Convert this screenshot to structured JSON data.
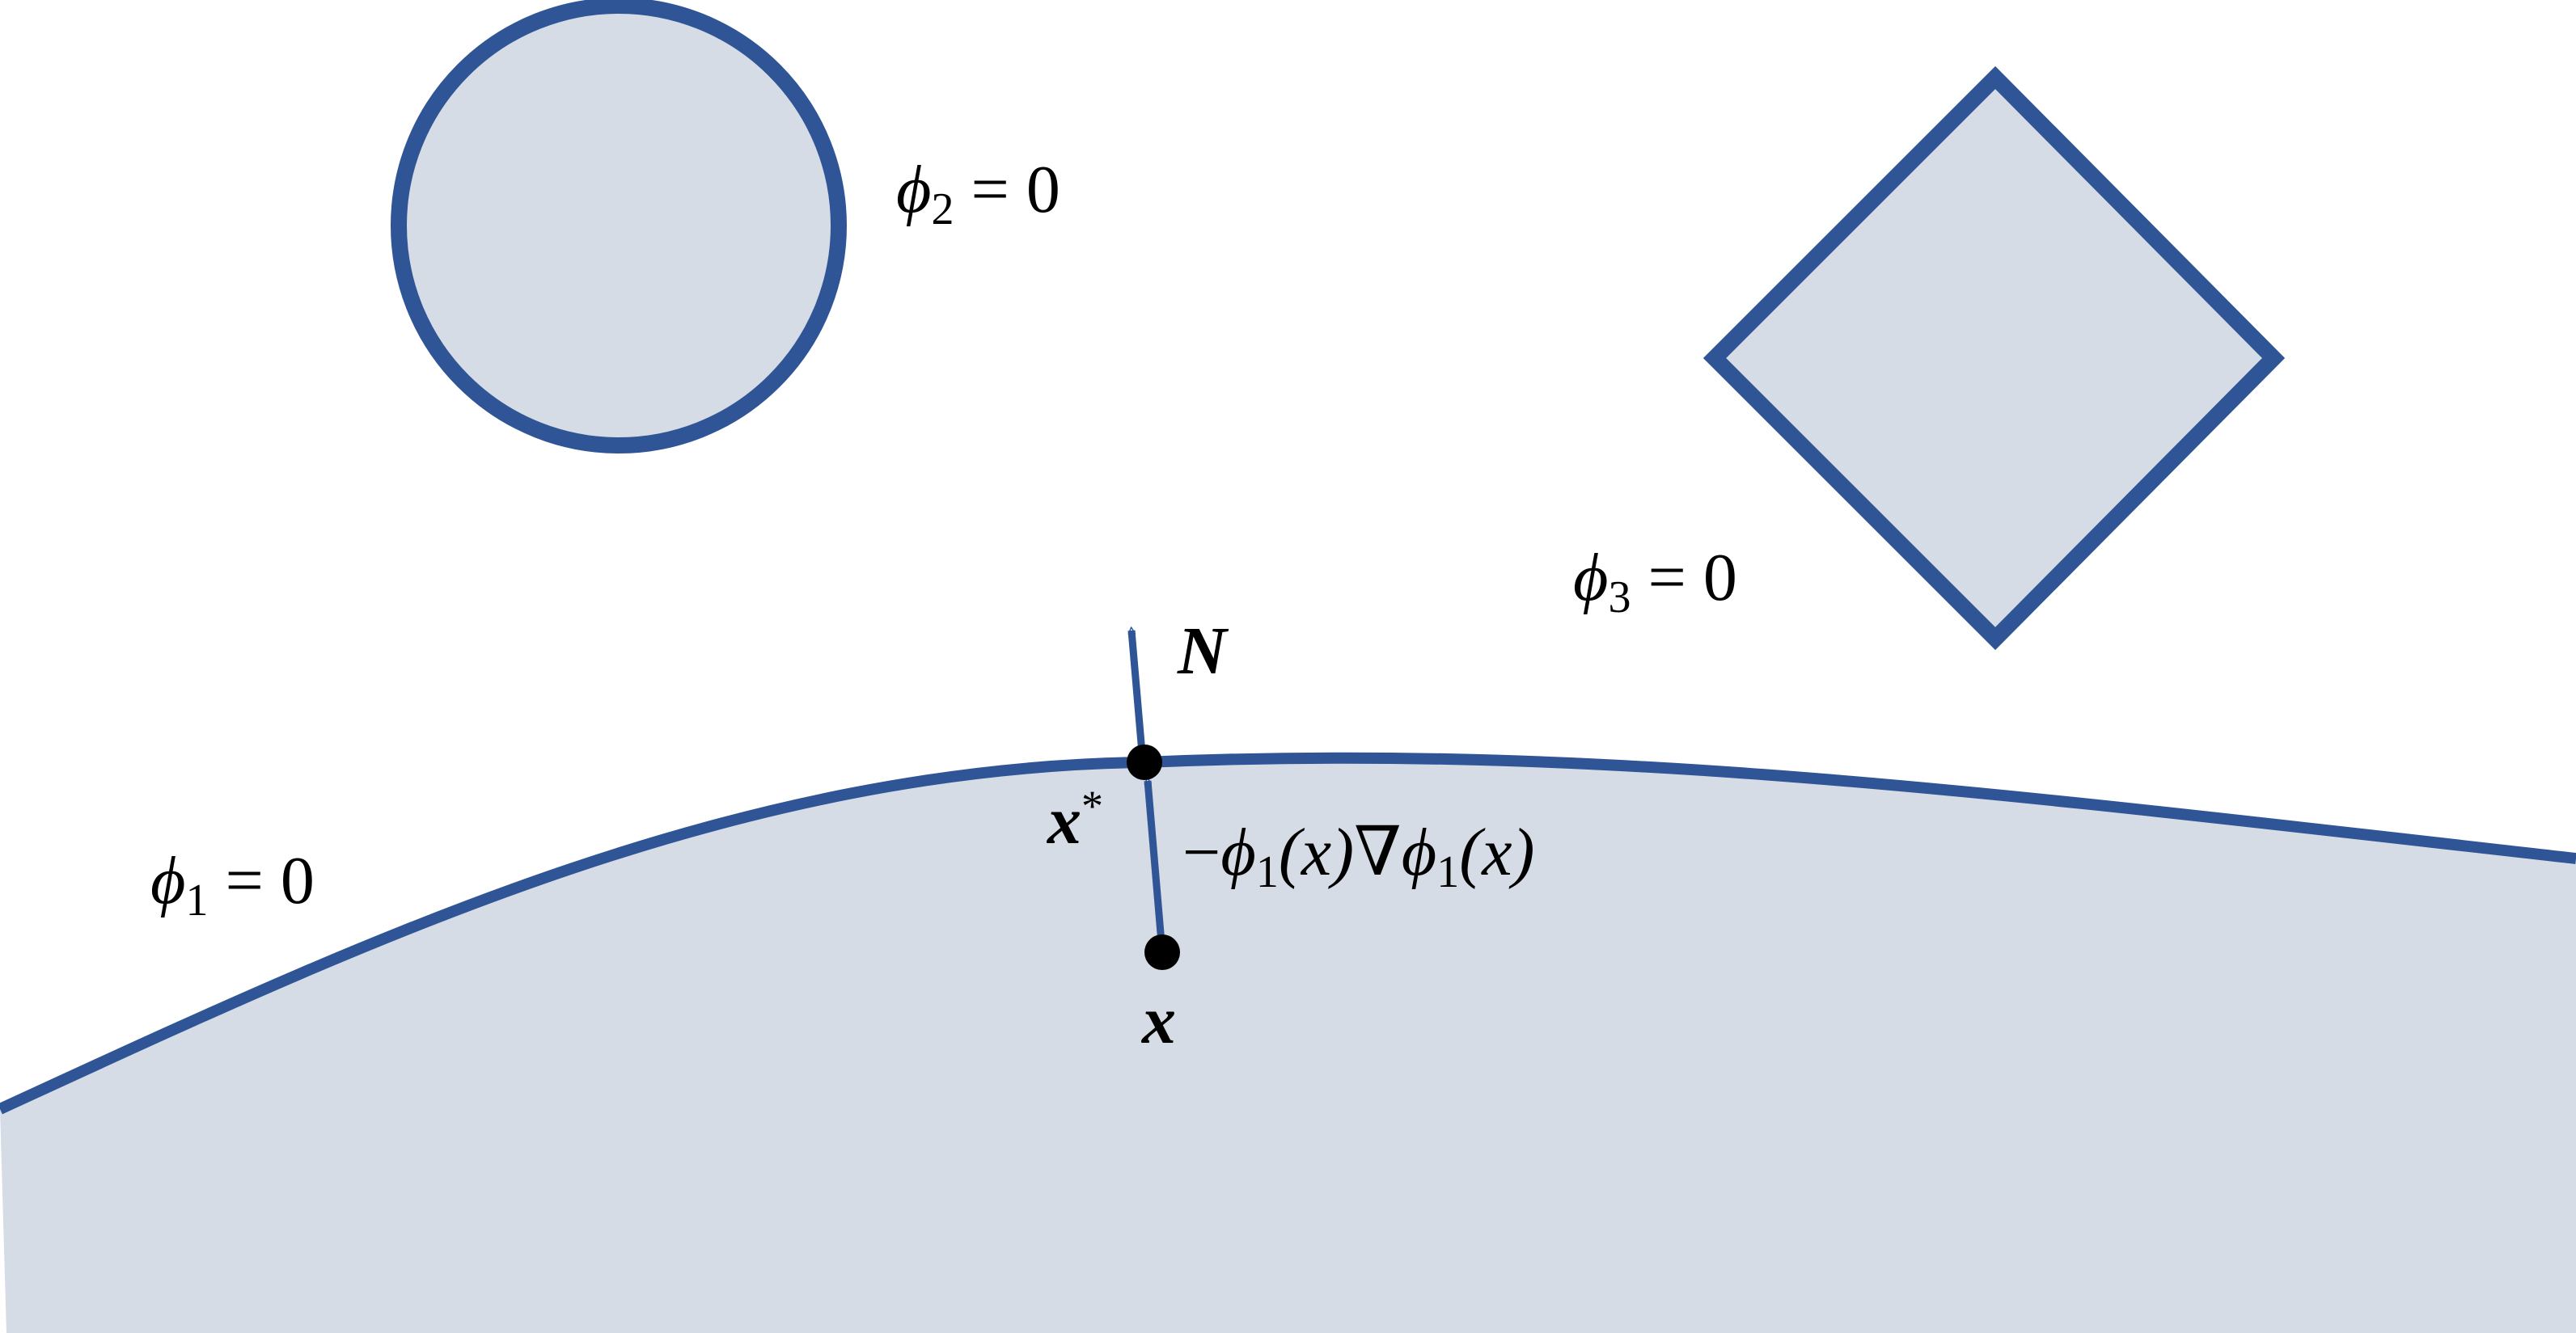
{
  "colors": {
    "stroke": "#2f5597",
    "fill": "#d6dce5",
    "point": "#000000",
    "background": "#ffffff"
  },
  "labels": {
    "phi1": {
      "symbol": "ϕ",
      "subscript": "1",
      "rest": " = 0"
    },
    "phi2": {
      "symbol": "ϕ",
      "subscript": "2",
      "rest": " = 0"
    },
    "phi3": {
      "symbol": "ϕ",
      "subscript": "3",
      "rest": " = 0"
    },
    "normal": "N",
    "x_star": {
      "base": "x",
      "superscript": "*"
    },
    "x_point": "x",
    "projection": {
      "minus": "−",
      "phi_a": "ϕ",
      "sub_a": "1",
      "paren_a": "(x)",
      "nabla": "∇",
      "phi_b": "ϕ",
      "sub_b": "1",
      "paren_b": "(x)"
    }
  },
  "shapes": {
    "circle": "level-set-circle",
    "diamond": "level-set-diamond",
    "boundary": "level-set-surface"
  }
}
